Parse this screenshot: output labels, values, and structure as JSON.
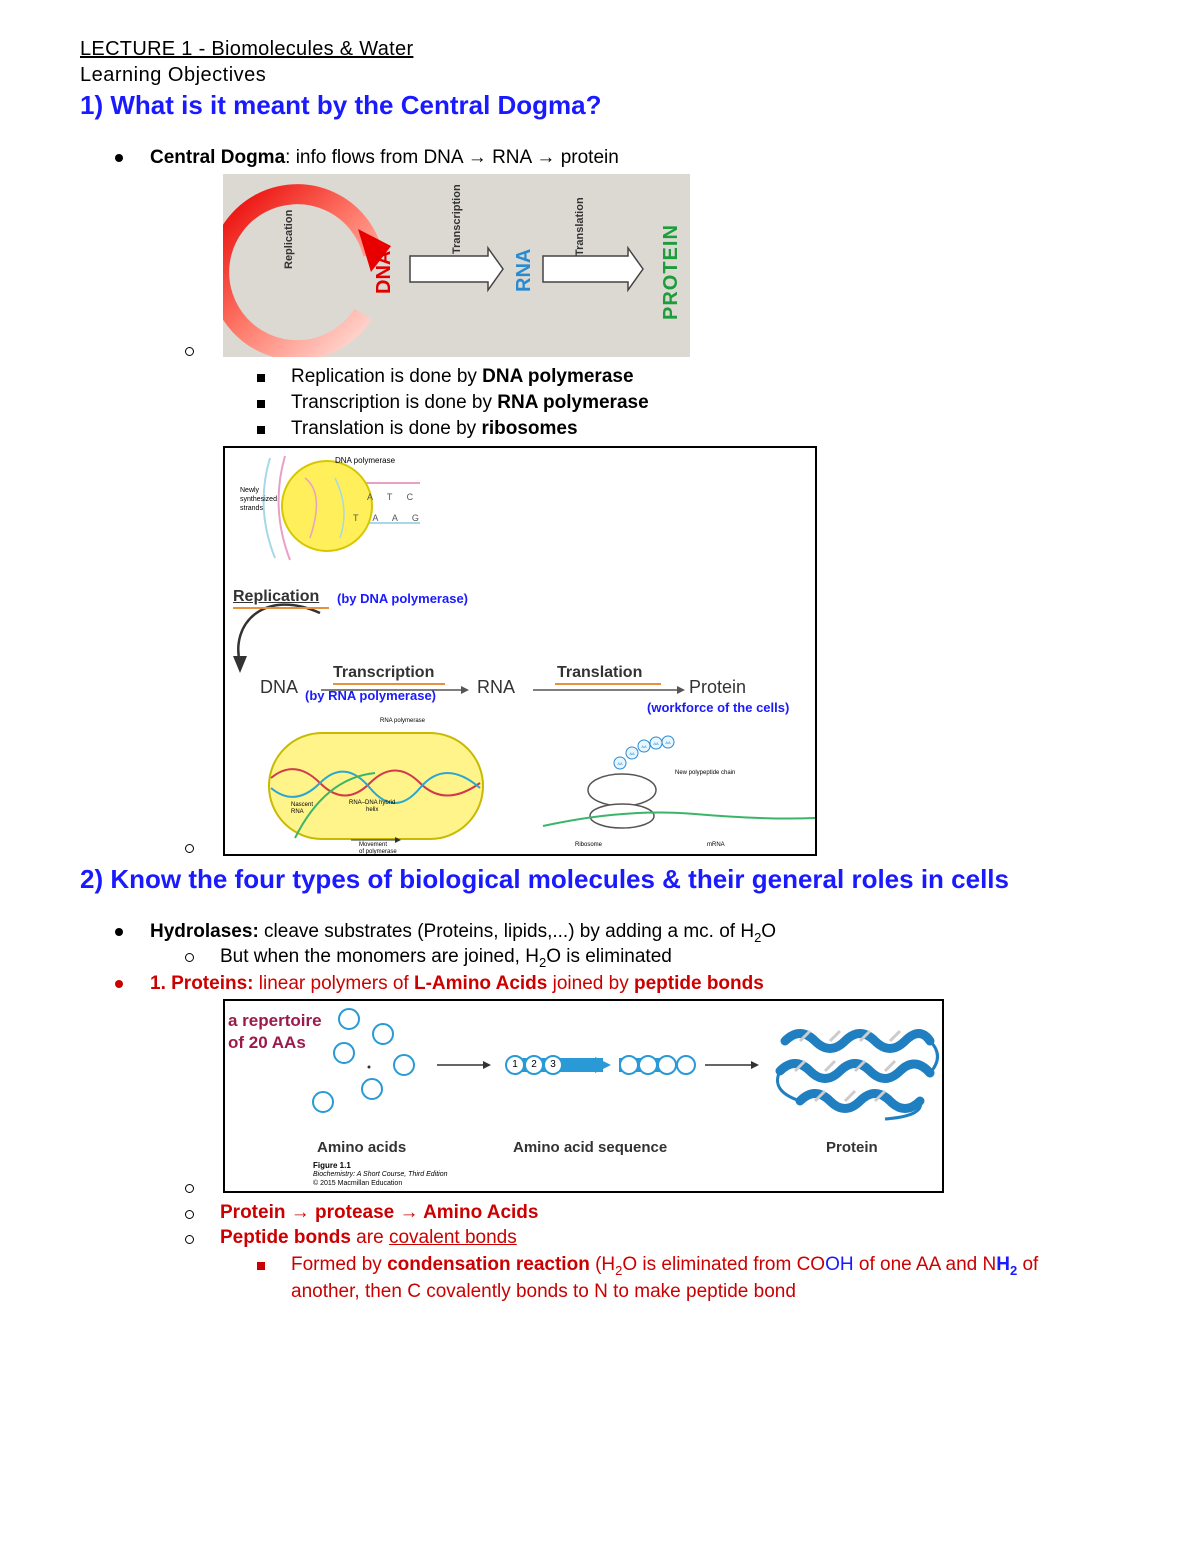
{
  "header": {
    "lecture": "LECTURE 1 - Biomolecules & Water",
    "learning_objectives": "Learning Objectives"
  },
  "section1": {
    "heading": "1) What is it meant by the Central Dogma?",
    "central_dogma_term": "Central Dogma",
    "central_dogma_def": ": info flows from DNA → RNA → protein",
    "fig1": {
      "replication": "Replication",
      "dna": "DNA",
      "transcription": "Transcription",
      "rna": "RNA",
      "translation": "Translation",
      "protein": "PROTEIN"
    },
    "items": [
      {
        "pre": "Replication is done by ",
        "bold": "DNA polymerase"
      },
      {
        "pre": "Transcription is done by ",
        "bold": "RNA polymerase"
      },
      {
        "pre": "Translation is done by ",
        "bold": "ribosomes"
      }
    ],
    "fig2": {
      "dna_polymerase_label": "DNA polymerase",
      "newly_label_1": "Newly",
      "newly_label_2": "synthesized",
      "newly_label_3": "strands",
      "bases_top": "A T C",
      "bases_bottom": "T A A G",
      "replication": "Replication",
      "by_dna_pol": "(by DNA polymerase)",
      "dna": "DNA",
      "transcription": "Transcription",
      "by_rna_pol": "(by RNA polymerase)",
      "rna": "RNA",
      "translation": "Translation",
      "protein": "Protein",
      "workforce": "(workforce of the cells)",
      "rna_polymerase_small": "RNA polymerase",
      "nascent_1": "Nascent",
      "nascent_2": "RNA",
      "hybrid_1": "RNA–DNA hybrid",
      "hybrid_2": "helix",
      "movement_1": "Movement",
      "movement_2": "of polymerase",
      "new_chain": "New polypeptide chain",
      "ribosome": "Ribosome",
      "mrna": "mRNA",
      "aa": "AA"
    }
  },
  "section2": {
    "heading": "2) Know the four types of biological molecules & their general roles in cells",
    "hydrolases_term": "Hydrolases:",
    "hydrolases_def_a": " cleave substrates (Proteins, lipids,...) by adding a mc. of H",
    "hydrolases_def_b": "O",
    "monomers_a": "But when the monomers are joined, H",
    "monomers_b": "O is eliminated",
    "sub2": "2",
    "proteins_label": "1. Proteins:",
    "proteins_def_a": " linear polymers of ",
    "proteins_def_b": "L-Amino Acids",
    "proteins_def_c": " joined by ",
    "proteins_def_d": "peptide bonds",
    "fig3": {
      "repertoire_1": "a repertoire",
      "repertoire_2": "of 20 AAs",
      "amino_acids": "Amino acids",
      "sequence": "Amino acid sequence",
      "protein": "Protein",
      "n1": "1",
      "n2": "2",
      "n3": "3",
      "figure": "Figure 1.1",
      "source_1": "Biochemistry: A Short Course, Third Edition",
      "source_2": "© 2015 Macmillan Education"
    },
    "protease_line": "Protein → protease → Amino Acids",
    "peptide_a": "Peptide bonds",
    "peptide_b": " are ",
    "peptide_c": "covalent bonds",
    "cond_a": "Formed by ",
    "cond_b": "condensation reaction",
    "cond_c": " (H",
    "cond_d": "O",
    "cond_e": " is eliminated from CO",
    "cond_f": "OH",
    "cond_g": " of one AA and N",
    "cond_h": "H",
    "cond_i": " of",
    "cond_line2": "another, then C covalently bonds to N to make peptide bond"
  }
}
